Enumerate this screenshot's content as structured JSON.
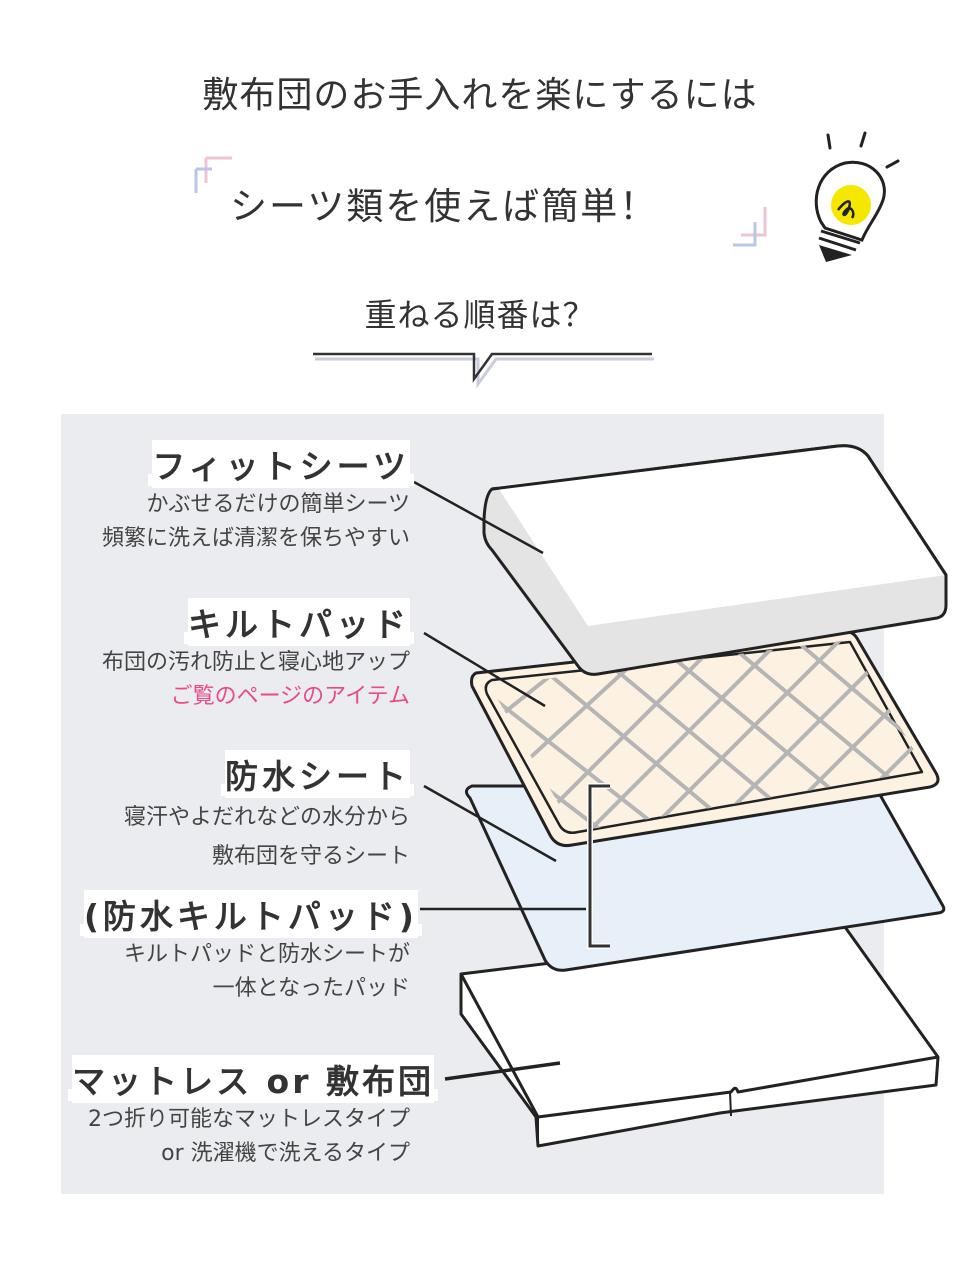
{
  "header": {
    "headline": "敷布団のお手入れを楽にするには",
    "subheadline": "シーツ類を使えば簡単！",
    "question": "重ねる順番は？",
    "lightbulb_icon": "lightbulb-icon",
    "bracket_colors": {
      "pink": "#efc3d6",
      "blue": "#b9c6e6"
    }
  },
  "diagram": {
    "panel_color": "#ebecf0",
    "layers": [
      {
        "title": "フィットシーツ",
        "description": [
          "かぶせるだけの簡単シーツ",
          "頻繁に洗えば清潔を保ちやすい"
        ],
        "fill": "#ffffff",
        "side_fill": "#e4e4e4"
      },
      {
        "title": "キルトパッド",
        "description": [
          "布団の汚れ防止と寝心地アップ"
        ],
        "highlight": "ご覧のページのアイテム",
        "highlight_color": "#e84a8a",
        "fill": "#fdf2e2",
        "quilt_color": "#b5b5b5"
      },
      {
        "title": "防水シート",
        "description": [
          "寝汗やよだれなどの水分から",
          "敷布団を守るシート"
        ],
        "fill": "#e7eff9"
      },
      {
        "title": "(防水キルトパッド)",
        "description": [
          "キルトパッドと防水シートが",
          "一体となったパッド"
        ]
      },
      {
        "title": "マットレス or 敷布団",
        "description": [
          "2つ折り可能なマットレスタイプ",
          "or 洗濯機で洗えるタイプ"
        ],
        "fill": "#ffffff"
      }
    ]
  }
}
